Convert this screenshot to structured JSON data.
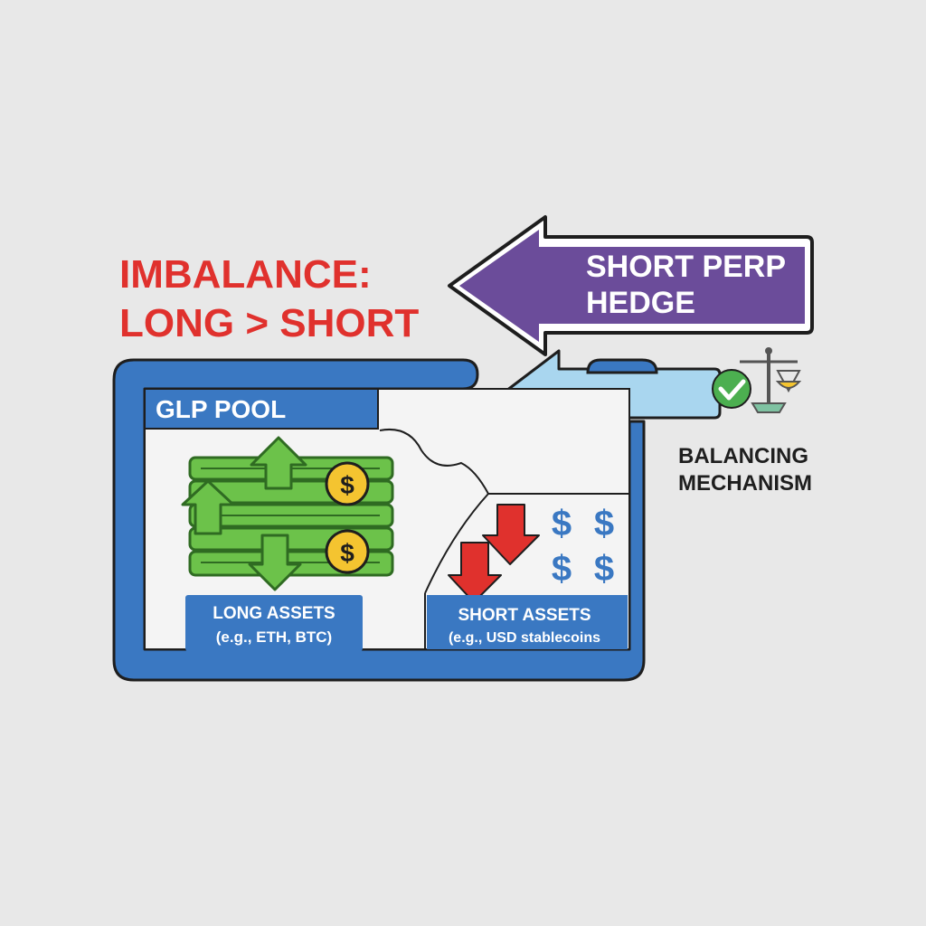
{
  "title": {
    "line1": "IMBALANCE:",
    "line2": "LONG > SHORT",
    "color": "#e0312d"
  },
  "hedge_arrow": {
    "line1": "SHORT PERP",
    "line2": "HEDGE",
    "fill": "#6b4c9a"
  },
  "pool": {
    "header": "GLP POOL",
    "border_color": "#3a78c2"
  },
  "long_assets": {
    "label": "LONG ASSETS",
    "sublabel": "(e.g., ETH, BTC)",
    "currency_symbol": "$",
    "money_color": "#6cc24a"
  },
  "short_assets": {
    "label": "SHORT ASSETS",
    "sublabel": "(e.g., USD stablecoins",
    "currency_symbol": "$",
    "down_arrow_color": "#e0312d"
  },
  "balancing": {
    "line1": "BALANCING",
    "line2": "MECHANISM",
    "icon": "scale-icon",
    "check_icon": "checkmark-icon",
    "arrow_fill": "#a9d6ef"
  }
}
